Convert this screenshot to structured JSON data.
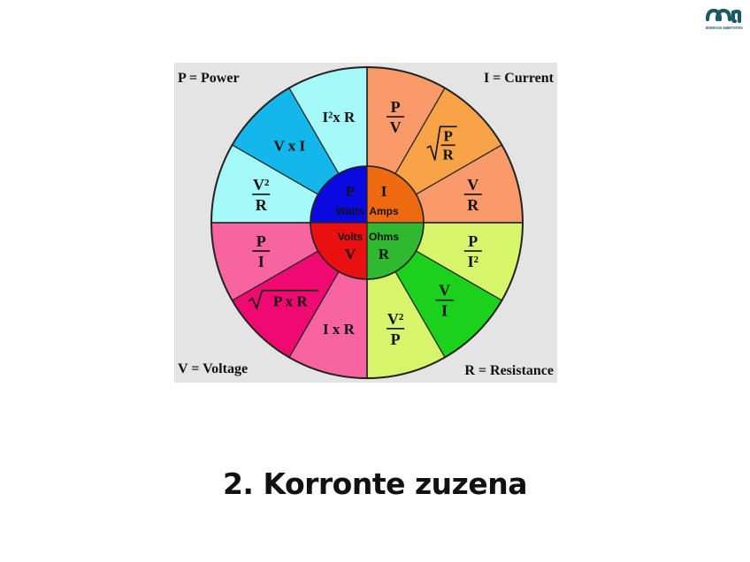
{
  "slide": {
    "title": "2. Korronte zuzena",
    "logo_name": "university-logo",
    "logo_caption": "MONDRAGON UNIBERTSITATEA",
    "logo_color": "#1a5a66"
  },
  "wheel": {
    "corner_labels": [
      {
        "id": "power",
        "text": "P = Power"
      },
      {
        "id": "current",
        "text": "I = Current"
      },
      {
        "id": "voltage",
        "text": "V = Voltage"
      },
      {
        "id": "resistance",
        "text": "R = Resistance"
      }
    ],
    "center": [
      {
        "id": "watts",
        "symbol": "P",
        "unit": "Watts",
        "color": "#0a0ae0"
      },
      {
        "id": "amps",
        "symbol": "I",
        "unit": "Amps",
        "color": "#ee6a10"
      },
      {
        "id": "volts",
        "symbol": "V",
        "unit": "Volts",
        "color": "#e81010"
      },
      {
        "id": "ohms",
        "symbol": "R",
        "unit": "Ohms",
        "color": "#30b830"
      }
    ],
    "sectors": [
      {
        "id": "p-over-v",
        "color": "#fa9a68",
        "formula": {
          "type": "frac",
          "num": "P",
          "den": "V"
        }
      },
      {
        "id": "sqrt-p-over-r",
        "color": "#f9a348",
        "formula": {
          "type": "sqrtfrac",
          "num": "P",
          "den": "R"
        }
      },
      {
        "id": "v-over-r",
        "color": "#fa9a68",
        "formula": {
          "type": "frac",
          "num": "V",
          "den": "R"
        }
      },
      {
        "id": "p-over-i2",
        "color": "#d6f56a",
        "formula": {
          "type": "frac",
          "num": "P",
          "den": "I²"
        }
      },
      {
        "id": "v-over-i",
        "color": "#1cd11c",
        "formula": {
          "type": "frac",
          "num": "V",
          "den": "I"
        }
      },
      {
        "id": "v2-over-p",
        "color": "#d6f56a",
        "formula": {
          "type": "frac",
          "num": "V²",
          "den": "P"
        }
      },
      {
        "id": "i-times-r",
        "color": "#f864a0",
        "formula": {
          "type": "text",
          "text": "I x R"
        }
      },
      {
        "id": "sqrt-p-times-r",
        "color": "#ee0a70",
        "formula": {
          "type": "sqrt",
          "text": "P x R"
        }
      },
      {
        "id": "p-over-i",
        "color": "#f864a0",
        "formula": {
          "type": "frac",
          "num": "P",
          "den": "I"
        }
      },
      {
        "id": "v2-over-r",
        "color": "#a6f9f9",
        "formula": {
          "type": "frac",
          "num": "V²",
          "den": "R"
        }
      },
      {
        "id": "v-times-i",
        "color": "#13b7ec",
        "formula": {
          "type": "text",
          "text": "V x I"
        }
      },
      {
        "id": "i2-times-r",
        "color": "#a6f9f9",
        "formula": {
          "type": "text",
          "text": "I²x R"
        }
      }
    ],
    "background": "#e4e4e4"
  }
}
